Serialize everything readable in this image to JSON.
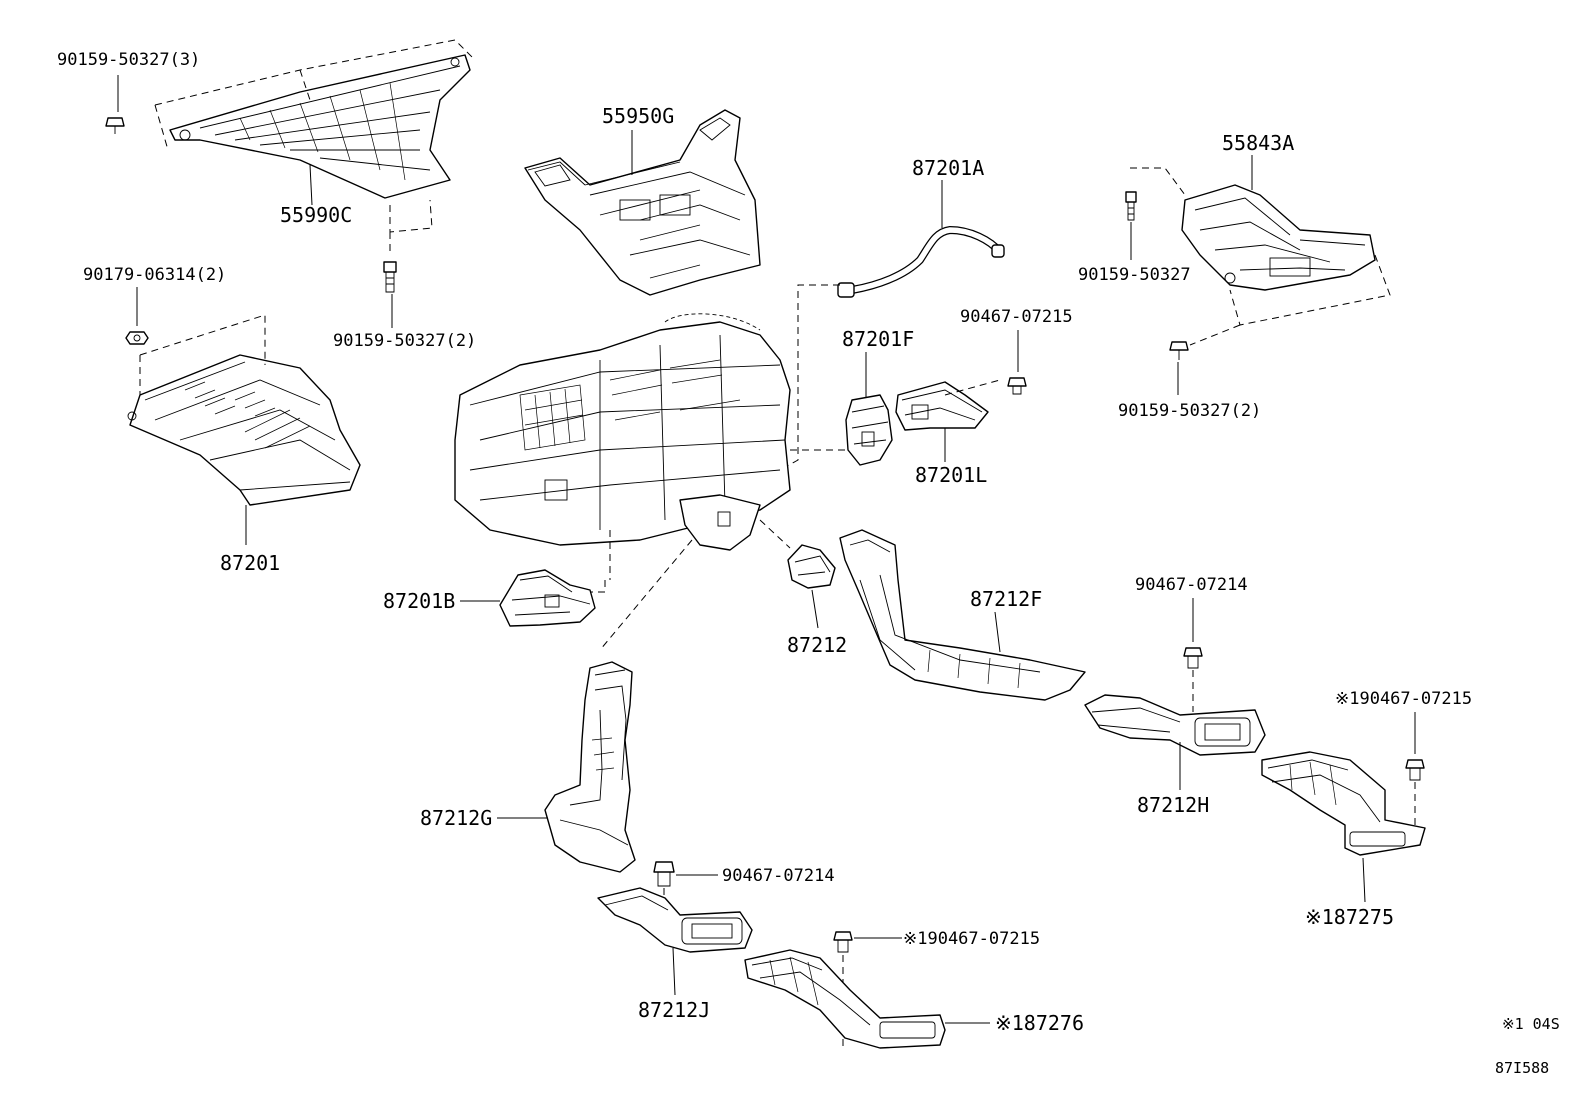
{
  "labels": {
    "p_90159_50327_3": "90159-50327(3)",
    "p_55950G": "55950G",
    "p_87201A": "87201A",
    "p_55843A": "55843A",
    "p_55990C": "55990C",
    "p_90159_50327_a": "90159-50327",
    "p_90179_06314_2": "90179-06314(2)",
    "p_90159_50327_2a": "90159-50327(2)",
    "p_90467_07215_a": "90467-07215",
    "p_87201F": "87201F",
    "p_90159_50327_2b": "90159-50327(2)",
    "p_87201L": "87201L",
    "p_87201": "87201",
    "p_87212F": "87212F",
    "p_87201B": "87201B",
    "p_90467_07214_a": "90467-07214",
    "p_87212": "87212",
    "p_90467_07215_b": "※190467-07215",
    "p_87212H": "87212H",
    "p_87212G": "87212G",
    "p_90467_07214_b": "90467-07214",
    "p_87275": "※187275",
    "p_90467_07215_c": "※190467-07215",
    "p_87212J": "87212J",
    "p_87276": "※187276",
    "note": "※1 04S",
    "figure_id": "87I588"
  }
}
